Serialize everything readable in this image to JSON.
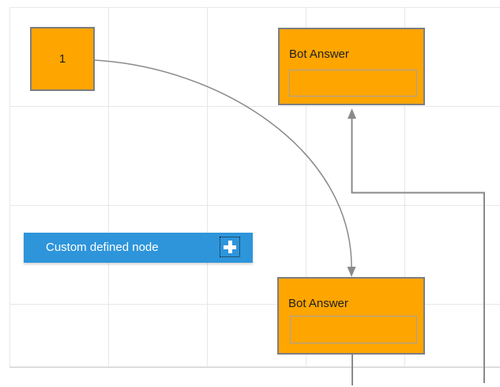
{
  "app": {
    "description": "Diagram builder canvas with grid, flow nodes and connectors"
  },
  "colors": {
    "node_fill": "#FFA500",
    "node_border": "#7e7e7e",
    "node_input_border": "#a3a3a3",
    "connector": "#8a8a8a",
    "grid_line": "#e7e7e7",
    "grid_edge": "#dddddd",
    "palette_blue": "#2E95DB",
    "node_text": "#1f1f1f",
    "palette_text": "#ffffff"
  },
  "nodes": {
    "start": {
      "label": "1"
    },
    "bot_answer_top": {
      "title": "Bot Answer",
      "input_value": ""
    },
    "bot_answer_bottom": {
      "title": "Bot Answer",
      "input_value": ""
    }
  },
  "palette": {
    "custom_node_label": "Custom defined node",
    "add_icon": "plus"
  },
  "connectors": {
    "curve": "start-node to bottom Bot Answer (arrow down)",
    "elbow": "offscreen-right up into top Bot Answer (arrow up)",
    "stub": "bottom Bot Answer downward to offscreen"
  }
}
